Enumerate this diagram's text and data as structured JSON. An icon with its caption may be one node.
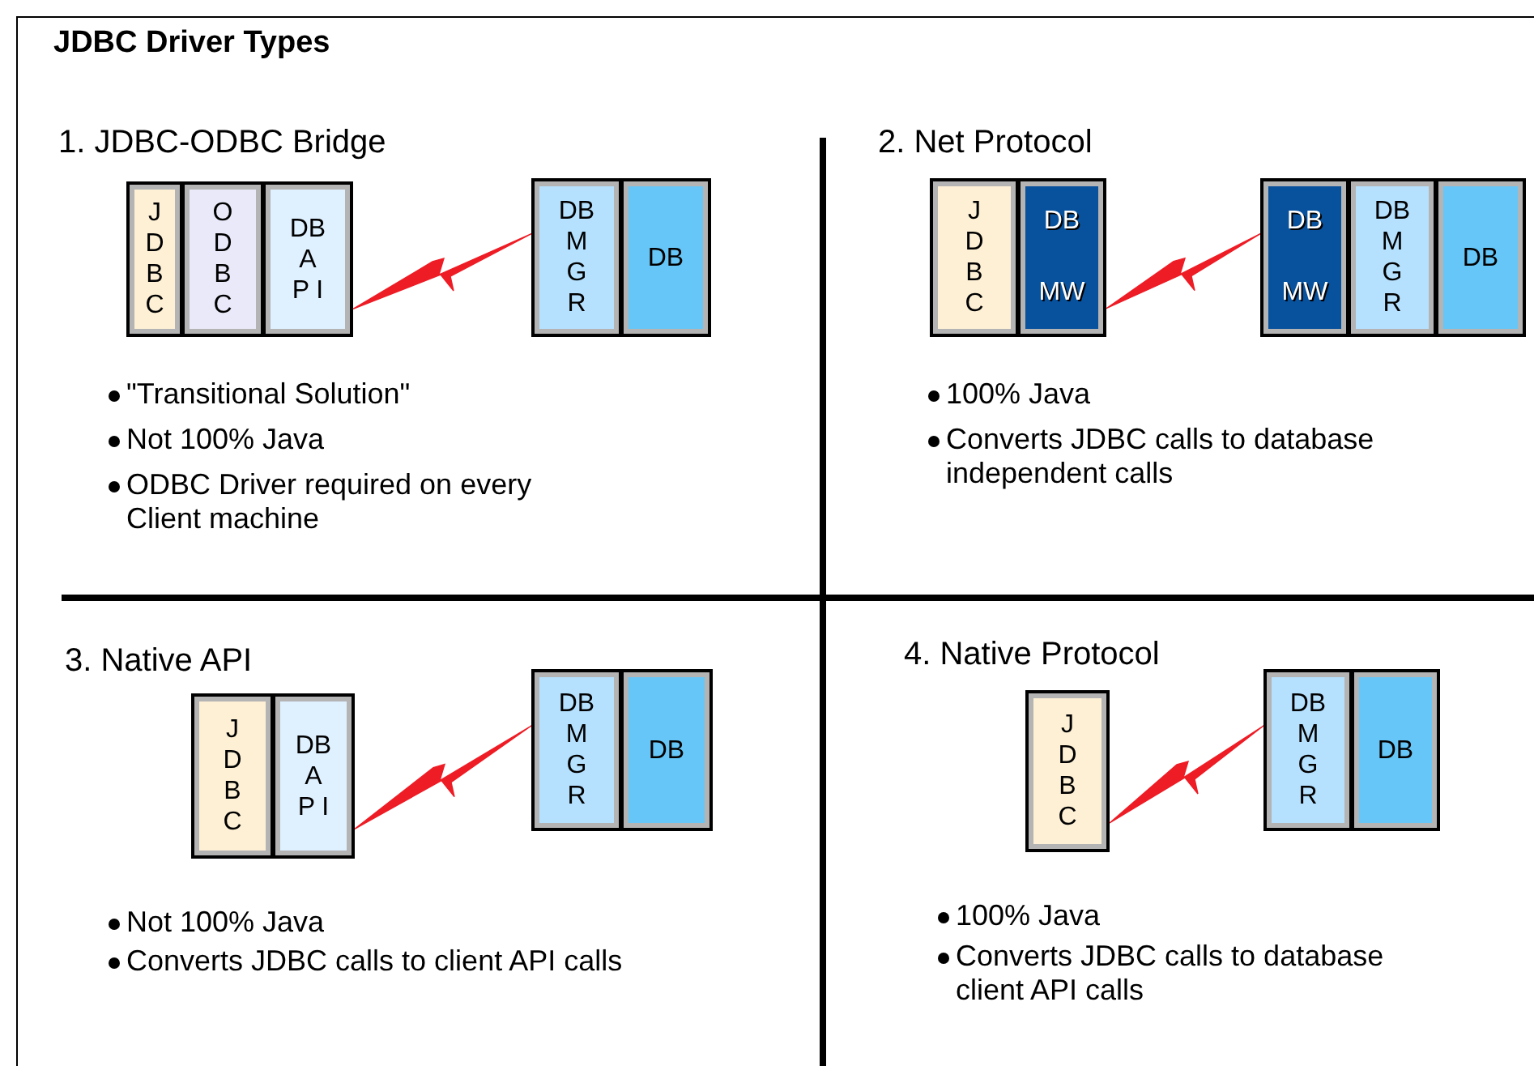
{
  "diagram": {
    "title": "JDBC Driver Types",
    "nodes": [
      {
        "text": [
          "J D B C"
        ]
      },
      {
        "text": [
          "O D B C"
        ]
      },
      {
        "text": [
          "DB A P I"
        ]
      },
      {
        "text": [
          "DB M G R"
        ]
      },
      {
        "text": [
          "DB"
        ]
      },
      {
        "text": [
          "J D B C"
        ]
      },
      {
        "text": [
          "DB MW"
        ]
      },
      {
        "text": [
          "DB MW"
        ]
      },
      {
        "text": [
          "DB M G R"
        ]
      },
      {
        "text": [
          "DB"
        ]
      },
      {
        "text": [
          "J D B C"
        ]
      },
      {
        "text": [
          "DB A P I"
        ]
      },
      {
        "text": [
          "DB M G R"
        ]
      },
      {
        "text": [
          "DB"
        ]
      },
      {
        "text": [
          "J D B C"
        ]
      },
      {
        "text": [
          "DB M G R"
        ]
      },
      {
        "text": [
          "DB"
        ]
      }
    ],
    "edges": [
      {
        "from": 2,
        "to": 3,
        "arrow": "none"
      },
      {
        "from": 6,
        "to": 7,
        "arrow": "none"
      },
      {
        "from": 11,
        "to": 12,
        "arrow": "none"
      },
      {
        "from": 14,
        "to": 15,
        "arrow": "none"
      }
    ],
    "labels": [
      "1. JDBC-ODBC Bridge",
      "\"Transitional Solution\"",
      "Not 100% Java",
      "ODBC Driver required on every Client machine",
      "2. Net Protocol",
      "100% Java",
      "Converts JDBC calls to database independent calls",
      "3. Native API",
      "Not 100% Java",
      "Converts JDBC calls to client API calls",
      "4. Native Protocol",
      "100% Java",
      "Converts JDBC calls to database client API calls"
    ]
  }
}
